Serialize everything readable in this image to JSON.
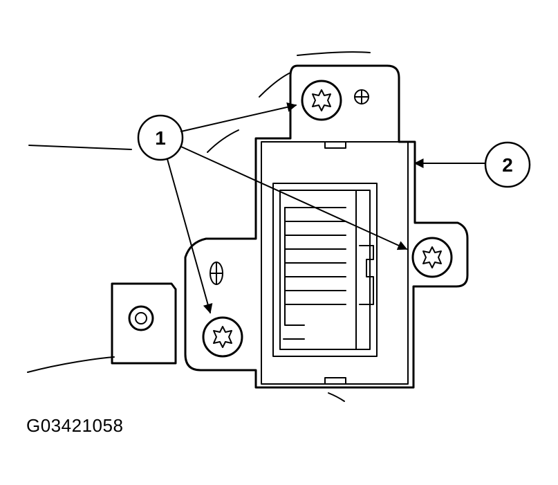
{
  "callouts": [
    {
      "id": "1",
      "label": "1"
    },
    {
      "id": "2",
      "label": "2"
    }
  ],
  "figure_code": "G03421058",
  "icons": [
    "torx-screw-icon",
    "alignment-mark-icon",
    "connector-icon",
    "callout-circle-icon",
    "arrow-icon"
  ]
}
